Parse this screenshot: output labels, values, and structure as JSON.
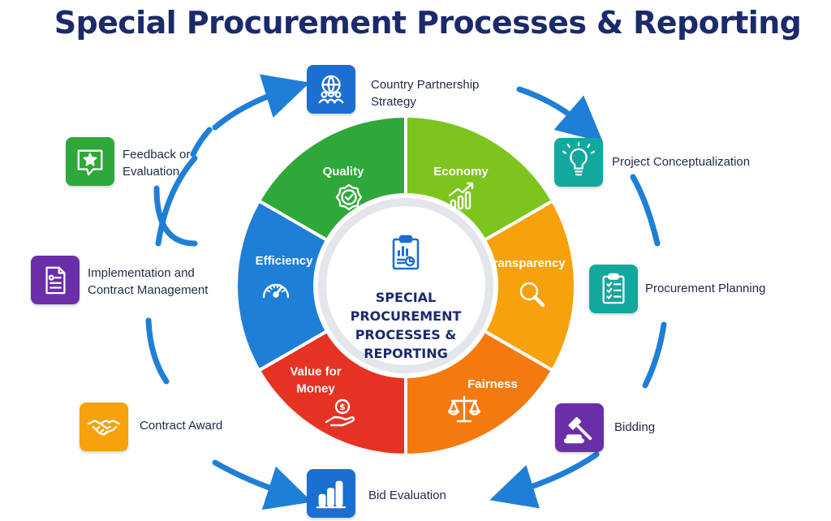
{
  "title": "Special Procurement Processes & Reporting",
  "center": {
    "lines": [
      "SPECIAL",
      "PROCUREMENT",
      "PROCESSES &",
      "REPORTING"
    ],
    "icon": "clipboard-chart-icon"
  },
  "principles": [
    {
      "lines": [
        "Quality"
      ],
      "icon": "badge-check-icon",
      "color": "#2ea83a"
    },
    {
      "lines": [
        "Economy"
      ],
      "icon": "growth-chart-icon",
      "color": "#7cc51f"
    },
    {
      "lines": [
        "Transparency"
      ],
      "icon": "magnifier-icon",
      "color": "#f7a10c"
    },
    {
      "lines": [
        "Fairness"
      ],
      "icon": "scales-icon",
      "color": "#f47a10"
    },
    {
      "lines": [
        "Value for",
        "Money"
      ],
      "icon": "hand-coin-icon",
      "color": "#e63223"
    },
    {
      "lines": [
        "Efficiency"
      ],
      "icon": "speedometer-icon",
      "color": "#1f7fd6"
    }
  ],
  "steps": [
    {
      "lines": [
        "Country Partnership",
        "Strategy"
      ],
      "icon": "globe-people-icon",
      "color": "#1b6fd0"
    },
    {
      "lines": [
        "Project Conceptualization"
      ],
      "icon": "lightbulb-icon",
      "color": "#13a89e"
    },
    {
      "lines": [
        "Procurement Planning"
      ],
      "icon": "checklist-icon",
      "color": "#13a89e"
    },
    {
      "lines": [
        "Bidding"
      ],
      "icon": "gavel-icon",
      "color": "#6a2fa8"
    },
    {
      "lines": [
        "Bid Evaluation"
      ],
      "icon": "bar-chart-icon",
      "color": "#1b6fd0"
    },
    {
      "lines": [
        "Contract Award"
      ],
      "icon": "handshake-icon",
      "color": "#f7a10c"
    },
    {
      "lines": [
        "Implementation and",
        "Contract Management"
      ],
      "icon": "document-icon",
      "color": "#6a2fa8"
    },
    {
      "lines": [
        "Feedback or",
        "Evaluation"
      ],
      "icon": "feedback-star-icon",
      "color": "#2ea83a"
    }
  ],
  "arrow_color": "#1f7fd6"
}
